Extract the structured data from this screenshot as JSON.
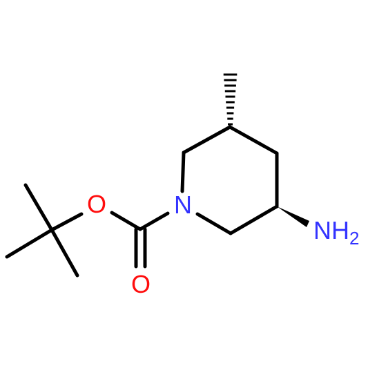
{
  "molecule": {
    "atoms": {
      "ring_nitrogen": "N",
      "carbonyl_oxygen": "O",
      "ester_oxygen": "O",
      "amine_n": "NH",
      "amine_subscript": "2"
    },
    "colors": {
      "bond": "#000000",
      "nitrogen": "#3333ff",
      "oxygen": "#ff0d0d"
    }
  }
}
